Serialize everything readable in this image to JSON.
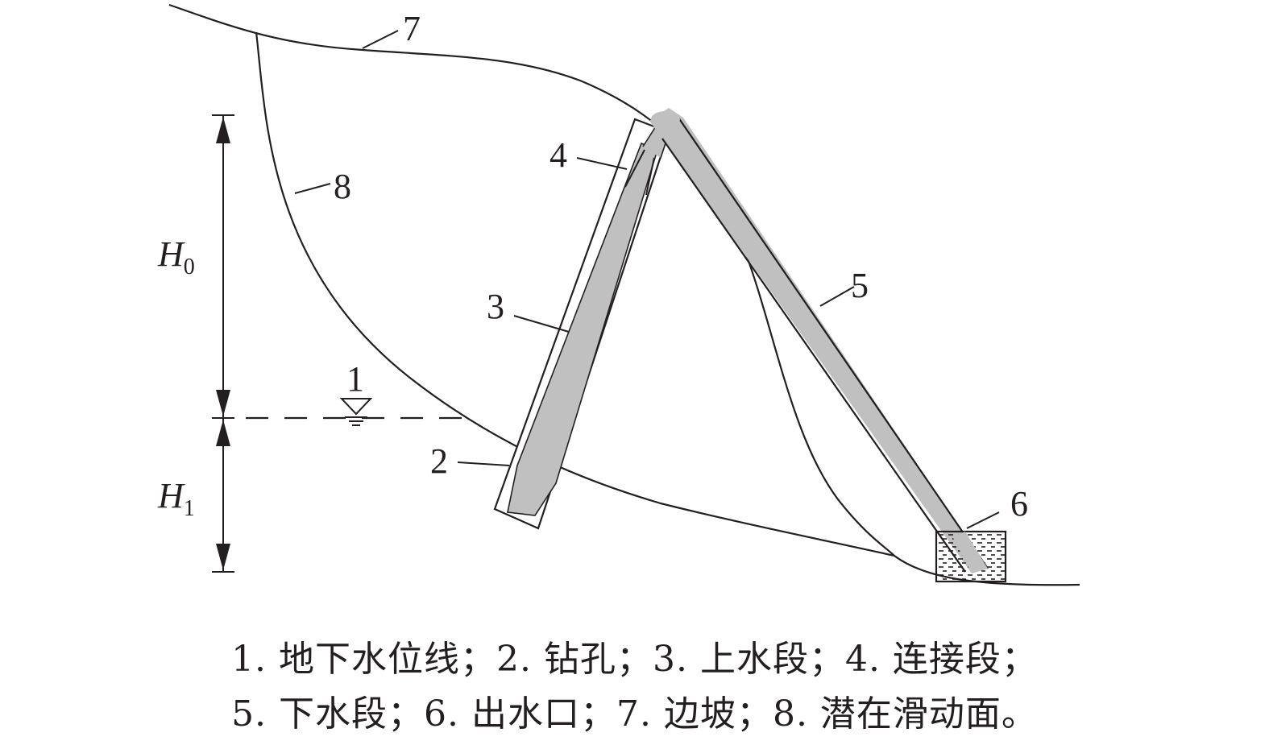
{
  "labels": {
    "groundwater": "1",
    "borehole": "2",
    "upper_section": "3",
    "connection": "4",
    "lower_section": "5",
    "outlet": "6",
    "slope": "7",
    "slip_surface": "8",
    "h0_main": "H",
    "h0_sub": "0",
    "h1_main": "H",
    "h1_sub": "1"
  },
  "caption": {
    "line1": "1. 地下水位线；2. 钻孔；3. 上水段；4. 连接段；",
    "line2": "5. 下水段；6. 出水口；7. 边坡；8. 潜在滑动面。"
  },
  "colors": {
    "line": "#231f20",
    "tube_fill": "#c0c0c0",
    "background": "#ffffff"
  }
}
